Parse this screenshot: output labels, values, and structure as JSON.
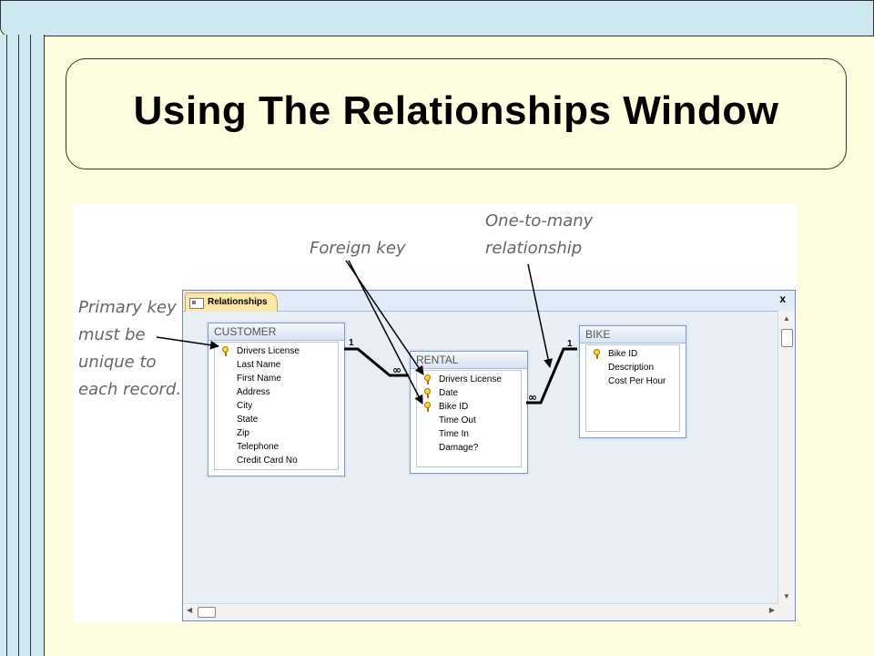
{
  "slide": {
    "title": "Using The Relationships Window"
  },
  "annotations": {
    "primary_key": "Primary key\nmust be\nunique to\neach record.",
    "foreign_key": "Foreign key",
    "one_to_many": "One-to-many\nrelationship"
  },
  "window": {
    "tab_label": "Relationships",
    "close_glyph": "x"
  },
  "tables": {
    "customer": {
      "name": "CUSTOMER",
      "fields": [
        "Drivers License",
        "Last Name",
        "First Name",
        "Address",
        "City",
        "State",
        "Zip",
        "Telephone",
        "Credit Card No"
      ]
    },
    "rental": {
      "name": "RENTAL",
      "fields": [
        "Drivers License",
        "Date",
        "Bike ID",
        "Time Out",
        "Time In",
        "Damage?"
      ]
    },
    "bike": {
      "name": "BIKE",
      "fields": [
        "Bike ID",
        "Description",
        "Cost Per Hour"
      ]
    }
  },
  "relations": {
    "one": "1",
    "many": "∞"
  }
}
